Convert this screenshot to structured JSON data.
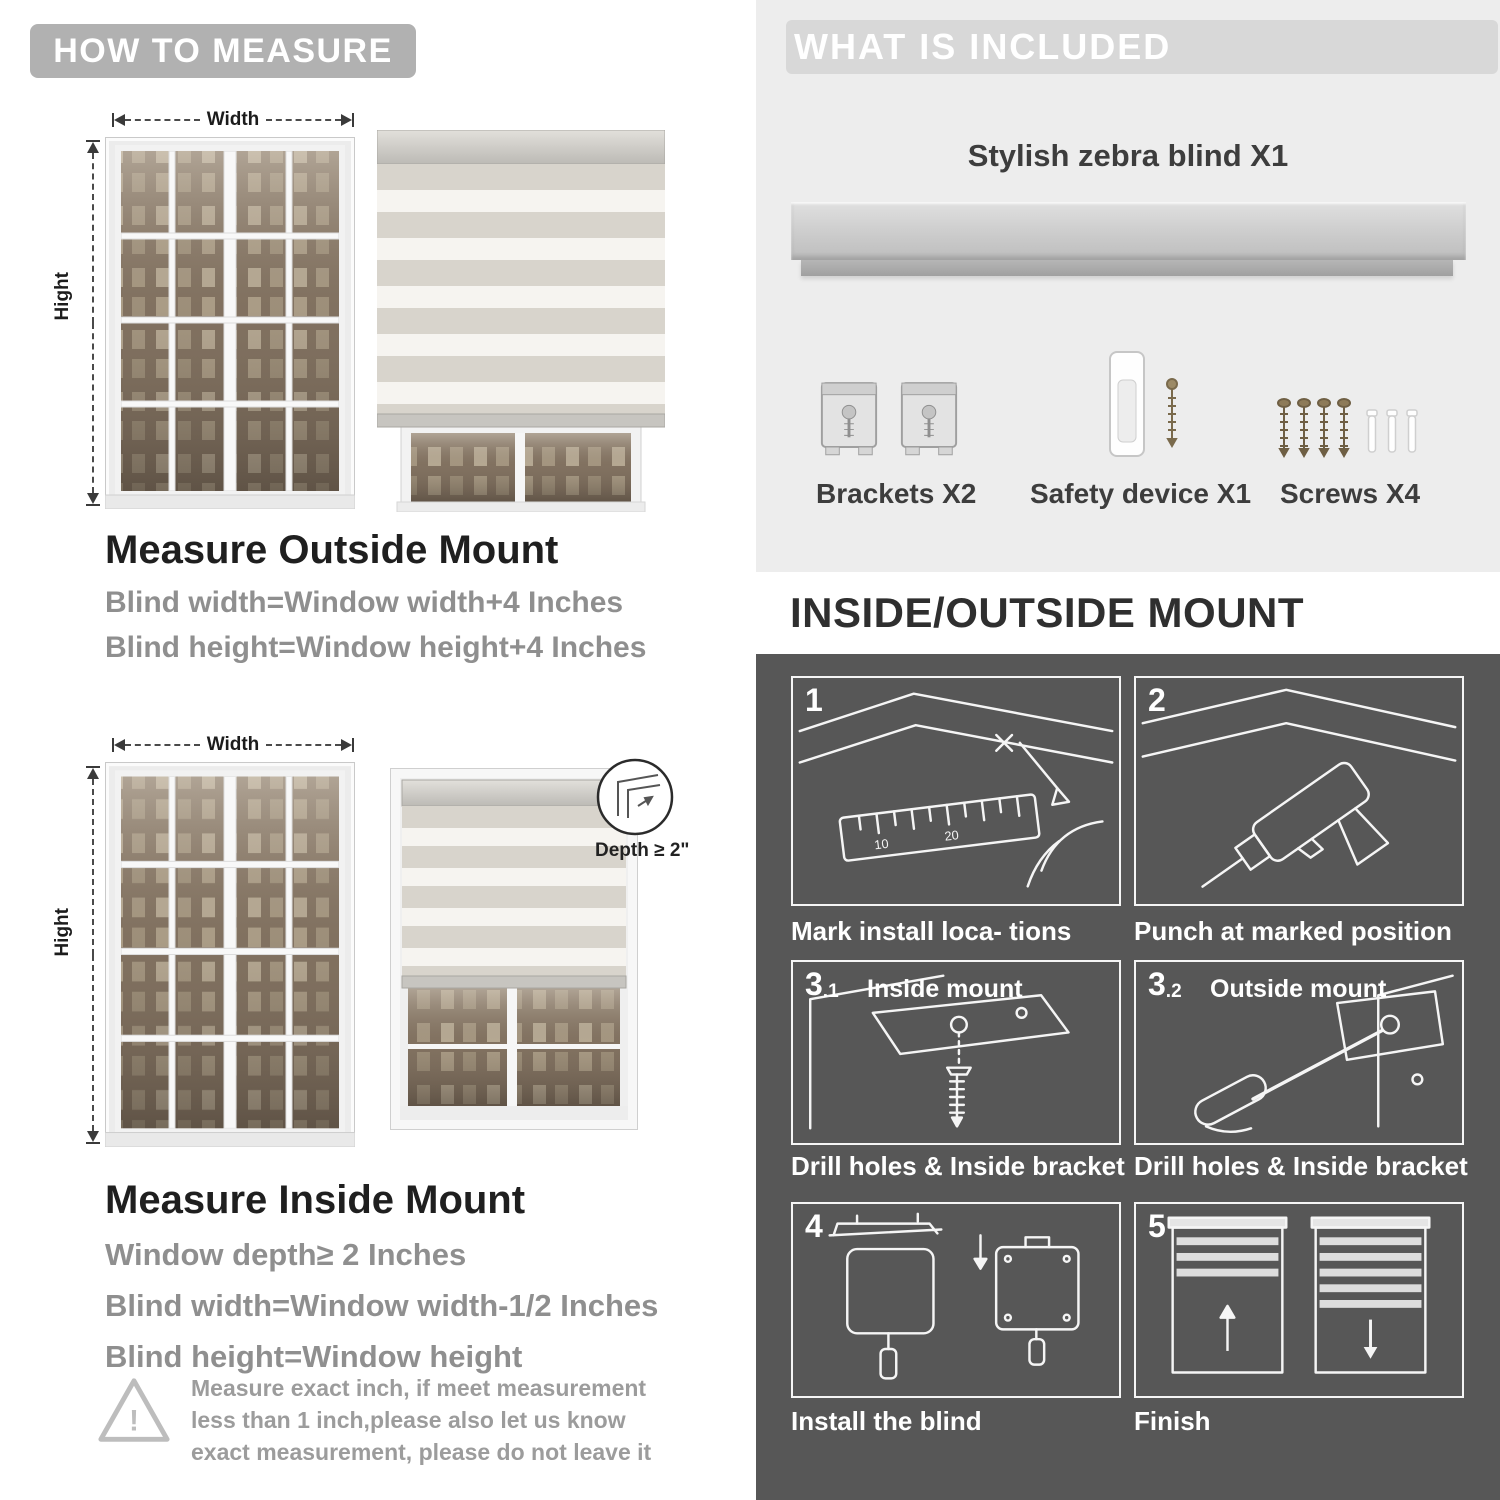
{
  "palette": {
    "header_pill": "#b1b1b1",
    "included_bg": "#ededed",
    "included_bar": "#d8d8d8",
    "dark_section": "#575757",
    "muted_text": "#8f8f8f",
    "dark_text": "#1f1f1f",
    "blind_stripe": "#d8d4cc"
  },
  "left": {
    "header": "HOW TO MEASURE",
    "outside": {
      "width_label": "Width",
      "height_label": "Hight",
      "title": "Measure Outside Mount",
      "line1": "Blind width=Window width+4 Inches",
      "line2": "Blind height=Window height+4 Inches"
    },
    "inside": {
      "width_label": "Width",
      "height_label": "Hight",
      "depth_label": "Depth ≥ 2\"",
      "title": "Measure Inside Mount",
      "line1": "Window depth≥ 2 Inches",
      "line2": "Blind width=Window width-1/2 Inches",
      "line3": "Blind height=Window height"
    },
    "note": {
      "icon": "warning-triangle-icon",
      "text": "Measure exact inch, if meet measurement less than 1 inch,please also let us know exact measurement, please do not leave it"
    }
  },
  "included": {
    "header": "WHAT IS INCLUDED",
    "blind_label": "Stylish zebra blind X1",
    "items": [
      {
        "icon": "bracket-icon",
        "label": "Brackets X2"
      },
      {
        "icon": "safety-device-icon",
        "label": "Safety device X1"
      },
      {
        "icon": "screws-icon",
        "label": "Screws X4"
      }
    ]
  },
  "mount": {
    "header": "INSIDE/OUTSIDE MOUNT",
    "steps": [
      {
        "num": "1",
        "sub": "",
        "title": "",
        "caption": "Mark install loca- tions"
      },
      {
        "num": "2",
        "sub": "",
        "title": "",
        "caption": "Punch at marked position"
      },
      {
        "num": "3",
        "sub": ".1",
        "title": "Inside mount",
        "caption": "Drill holes & Inside bracket"
      },
      {
        "num": "3",
        "sub": ".2",
        "title": "Outside mount",
        "caption": "Drill holes & Inside bracket"
      },
      {
        "num": "4",
        "sub": "",
        "title": "",
        "caption": "Install the blind"
      },
      {
        "num": "5",
        "sub": "",
        "title": "",
        "caption": "Finish"
      }
    ]
  }
}
